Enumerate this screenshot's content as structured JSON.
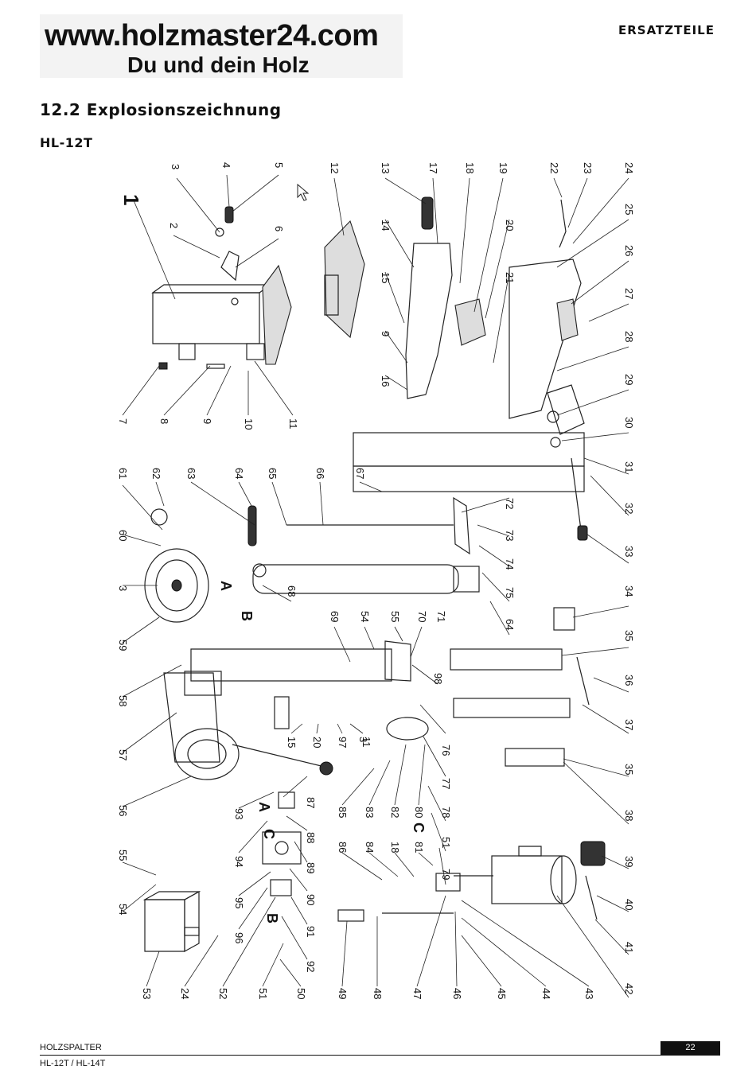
{
  "header": {
    "logo_url": "www.holzmaster24.com",
    "logo_tagline": "Du und dein Holz",
    "section": "ERSATZTEILE"
  },
  "title": "12.2 Explosionszeichnung",
  "model": "HL-12T",
  "diagram": {
    "group_label": "1",
    "assembly_markers": [
      "A",
      "B",
      "A",
      "C",
      "C",
      "B"
    ],
    "callouts": [
      {
        "n": "3"
      },
      {
        "n": "4"
      },
      {
        "n": "5"
      },
      {
        "n": "2"
      },
      {
        "n": "6"
      },
      {
        "n": "7"
      },
      {
        "n": "8"
      },
      {
        "n": "9"
      },
      {
        "n": "10"
      },
      {
        "n": "11"
      },
      {
        "n": "12"
      },
      {
        "n": "13"
      },
      {
        "n": "17"
      },
      {
        "n": "18"
      },
      {
        "n": "19"
      },
      {
        "n": "14"
      },
      {
        "n": "20"
      },
      {
        "n": "15"
      },
      {
        "n": "21"
      },
      {
        "n": "9"
      },
      {
        "n": "16"
      },
      {
        "n": "22"
      },
      {
        "n": "23"
      },
      {
        "n": "24"
      },
      {
        "n": "25"
      },
      {
        "n": "26"
      },
      {
        "n": "27"
      },
      {
        "n": "28"
      },
      {
        "n": "29"
      },
      {
        "n": "30"
      },
      {
        "n": "31"
      },
      {
        "n": "32"
      },
      {
        "n": "33"
      },
      {
        "n": "34"
      },
      {
        "n": "35"
      },
      {
        "n": "36"
      },
      {
        "n": "37"
      },
      {
        "n": "35"
      },
      {
        "n": "38"
      },
      {
        "n": "39"
      },
      {
        "n": "40"
      },
      {
        "n": "41"
      },
      {
        "n": "42"
      },
      {
        "n": "61"
      },
      {
        "n": "62"
      },
      {
        "n": "63"
      },
      {
        "n": "64"
      },
      {
        "n": "65"
      },
      {
        "n": "66"
      },
      {
        "n": "67"
      },
      {
        "n": "72"
      },
      {
        "n": "73"
      },
      {
        "n": "74"
      },
      {
        "n": "75"
      },
      {
        "n": "64"
      },
      {
        "n": "60"
      },
      {
        "n": "3"
      },
      {
        "n": "68"
      },
      {
        "n": "59"
      },
      {
        "n": "58"
      },
      {
        "n": "57"
      },
      {
        "n": "56"
      },
      {
        "n": "69"
      },
      {
        "n": "54"
      },
      {
        "n": "55"
      },
      {
        "n": "70"
      },
      {
        "n": "71"
      },
      {
        "n": "98"
      },
      {
        "n": "15"
      },
      {
        "n": "20"
      },
      {
        "n": "97"
      },
      {
        "n": "3"
      },
      {
        "n": "11"
      },
      {
        "n": "76"
      },
      {
        "n": "77"
      },
      {
        "n": "85"
      },
      {
        "n": "83"
      },
      {
        "n": "82"
      },
      {
        "n": "80"
      },
      {
        "n": "78"
      },
      {
        "n": "51"
      },
      {
        "n": "79"
      },
      {
        "n": "93"
      },
      {
        "n": "87"
      },
      {
        "n": "88"
      },
      {
        "n": "94"
      },
      {
        "n": "89"
      },
      {
        "n": "95"
      },
      {
        "n": "90"
      },
      {
        "n": "96"
      },
      {
        "n": "91"
      },
      {
        "n": "92"
      },
      {
        "n": "86"
      },
      {
        "n": "84"
      },
      {
        "n": "18"
      },
      {
        "n": "81"
      },
      {
        "n": "55"
      },
      {
        "n": "54"
      },
      {
        "n": "53"
      },
      {
        "n": "24"
      },
      {
        "n": "52"
      },
      {
        "n": "51"
      },
      {
        "n": "50"
      },
      {
        "n": "49"
      },
      {
        "n": "48"
      },
      {
        "n": "47"
      },
      {
        "n": "46"
      },
      {
        "n": "45"
      },
      {
        "n": "44"
      },
      {
        "n": "43"
      }
    ]
  },
  "footer": {
    "product": "HOLZSPALTER",
    "models": "HL-12T / HL-14T",
    "page": "22"
  }
}
